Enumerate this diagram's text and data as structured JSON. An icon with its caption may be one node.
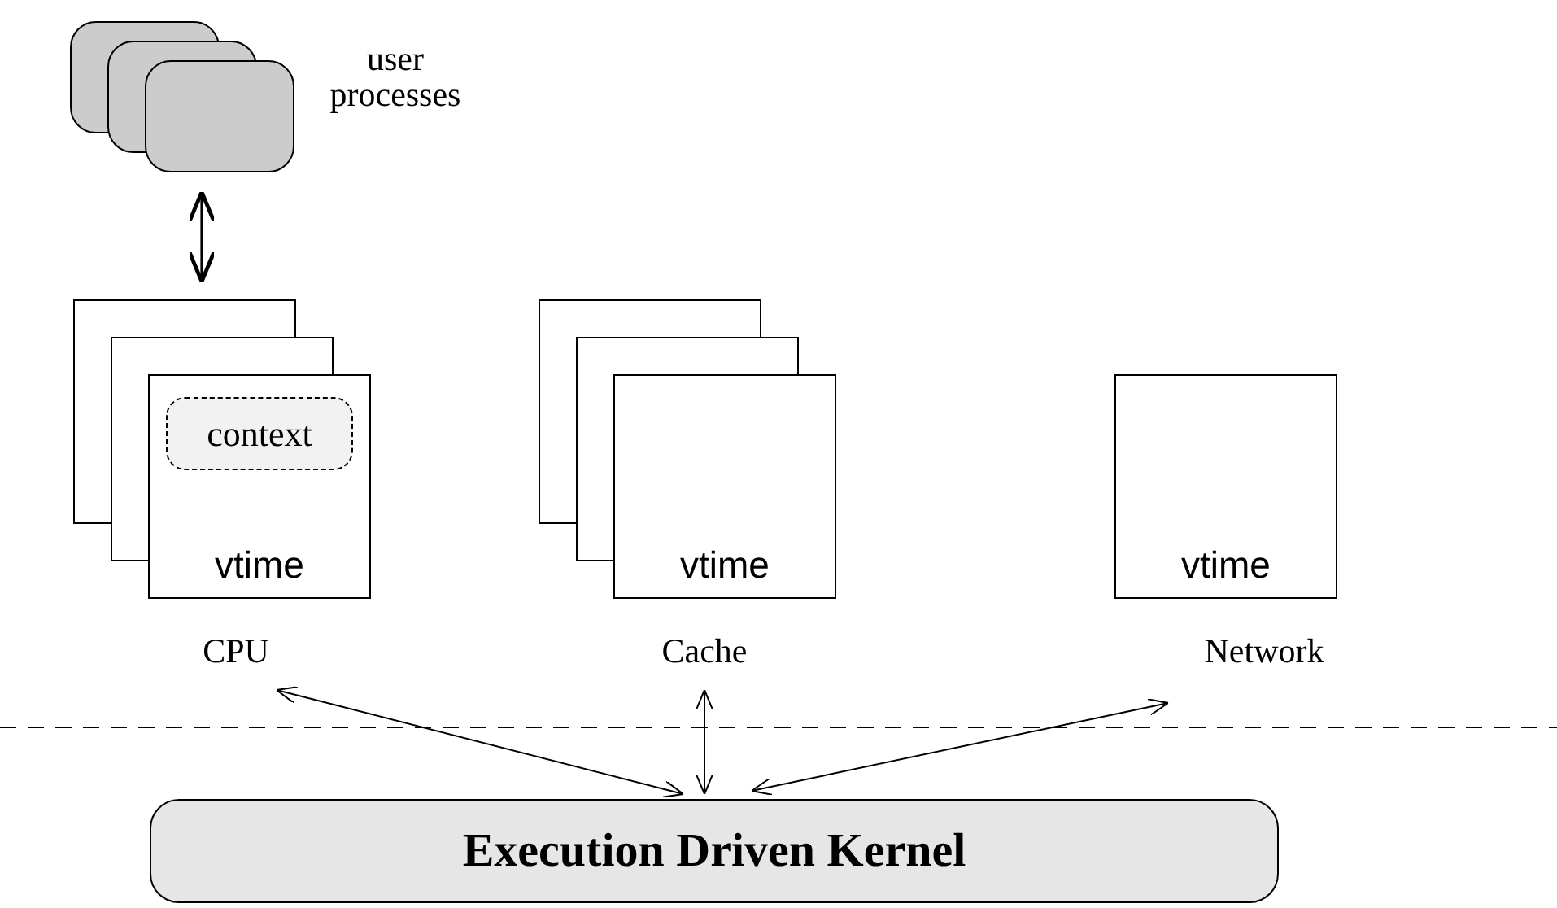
{
  "diagram": {
    "nodes": [
      {
        "text": [],
        "shape": "box",
        "beside": [
          "user processes"
        ]
      },
      {
        "text": [
          "vtime"
        ],
        "beside": [
          "CPU"
        ]
      },
      {
        "text": [
          "context"
        ],
        "in": 1
      },
      {
        "text": [
          "vtime"
        ],
        "beside": [
          "Cache"
        ]
      },
      {
        "text": [
          "vtime"
        ],
        "beside": [
          "Network"
        ]
      },
      {
        "text": [
          "Execution Driven Kernel"
        ]
      }
    ],
    "edges": [
      {
        "from": 0,
        "to": 1,
        "arrow": "both"
      },
      {
        "from": 1,
        "to": 5,
        "arrow": "both"
      },
      {
        "from": 3,
        "to": 5,
        "arrow": "both"
      },
      {
        "from": 4,
        "to": 5,
        "arrow": "both"
      }
    ]
  }
}
